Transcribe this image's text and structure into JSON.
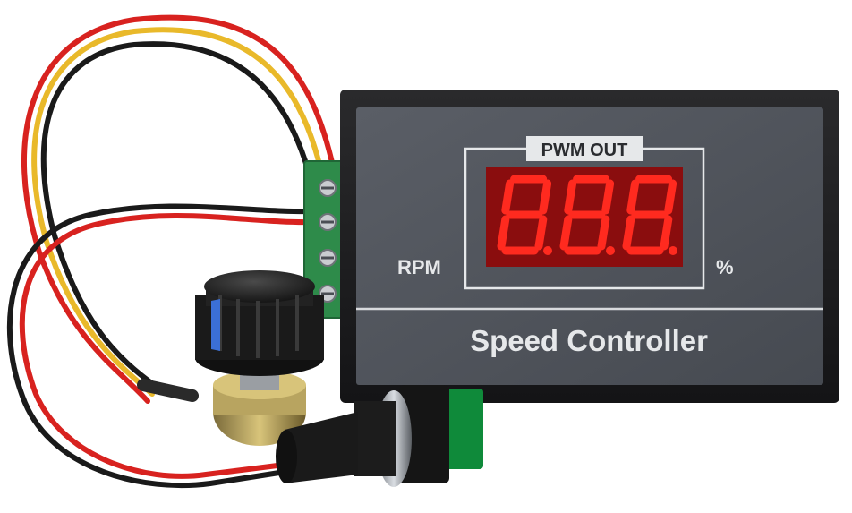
{
  "panel": {
    "display_label": "PWM OUT",
    "left_label": "RPM",
    "right_label": "%",
    "title": "Speed Controller",
    "digits": "8.8.8"
  },
  "colors": {
    "case": "#1e1e20",
    "face": "#4e5259",
    "face_light": "#5a5e65",
    "text_light": "#e6e8ea",
    "digit_on": "#ff2a1f",
    "display_bg": "#8a0d0e",
    "terminal_green": "#2e8b4a",
    "wire_red": "#d8221f",
    "wire_yellow": "#e9b92a",
    "wire_black": "#1a1a1a",
    "knob": "#2a2a2a",
    "knob_stripe": "#3b6fd6",
    "switch_green": "#0f8a3a"
  }
}
